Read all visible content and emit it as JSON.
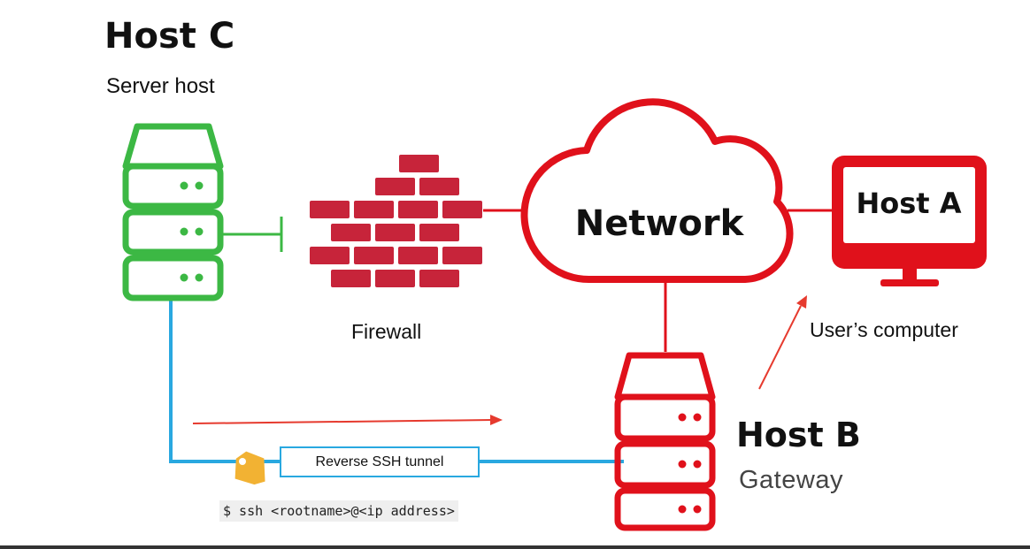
{
  "colors": {
    "green": "#3cb844",
    "red": "#e0111b",
    "brick": "#c7243a",
    "blue": "#29a8e0",
    "gold": "#f2b233"
  },
  "host_c": {
    "title": "Host C",
    "subtitle": "Server host"
  },
  "firewall": {
    "label": "Firewall"
  },
  "network": {
    "label": "Network"
  },
  "host_a": {
    "title": "Host A",
    "subtitle": "User’s computer"
  },
  "host_b": {
    "title": "Host B",
    "subtitle": "Gateway"
  },
  "tunnel": {
    "label": "Reverse SSH tunnel"
  },
  "command": {
    "text": "$ ssh <rootname>@<ip address>"
  },
  "icons": [
    "server-icon",
    "firewall-icon",
    "cloud-icon",
    "monitor-icon",
    "key-icon",
    "arrow-icon"
  ]
}
